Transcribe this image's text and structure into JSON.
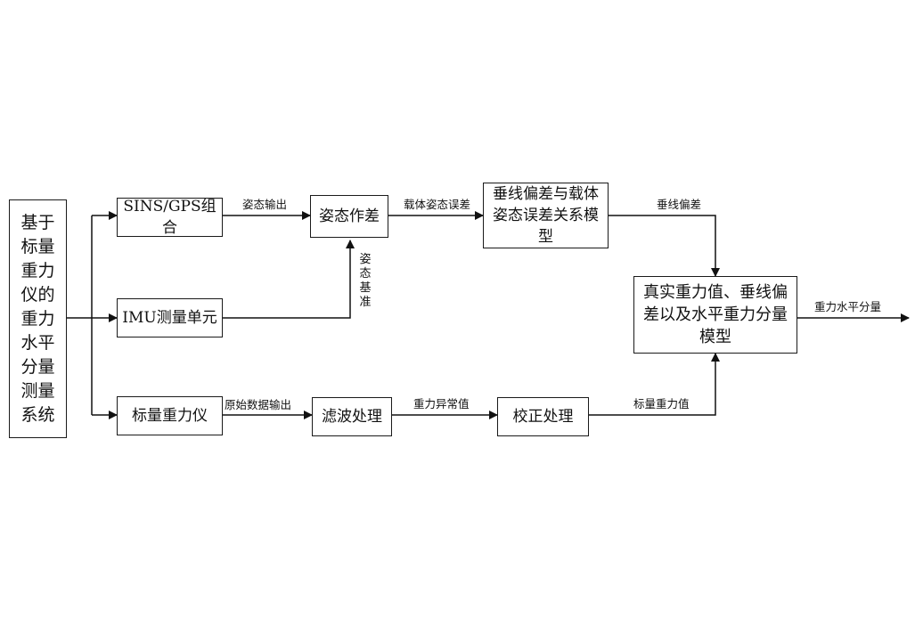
{
  "nodes": {
    "system": "基于标量重力仪的重力水平分量测量系统",
    "sins_gps": "SINS/GPS组合",
    "imu": "IMU测量单元",
    "gravimeter": "标量重力仪",
    "attitude_diff": "姿态作差",
    "filter": "滤波处理",
    "correction": "校正处理",
    "relation_model": "垂线偏差与载体姿态误差关系模型",
    "final_model": "真实重力值、垂线偏差以及水平重力分量模型"
  },
  "edges": {
    "attitude_output": "姿态输出",
    "attitude_reference": "姿态基准",
    "carrier_attitude_error": "载体姿态误差",
    "deflection": "垂线偏差",
    "raw_output": "原始数据输出",
    "gravity_anomaly": "重力异常值",
    "scalar_gravity": "标量重力值",
    "horizontal_component": "重力水平分量"
  }
}
